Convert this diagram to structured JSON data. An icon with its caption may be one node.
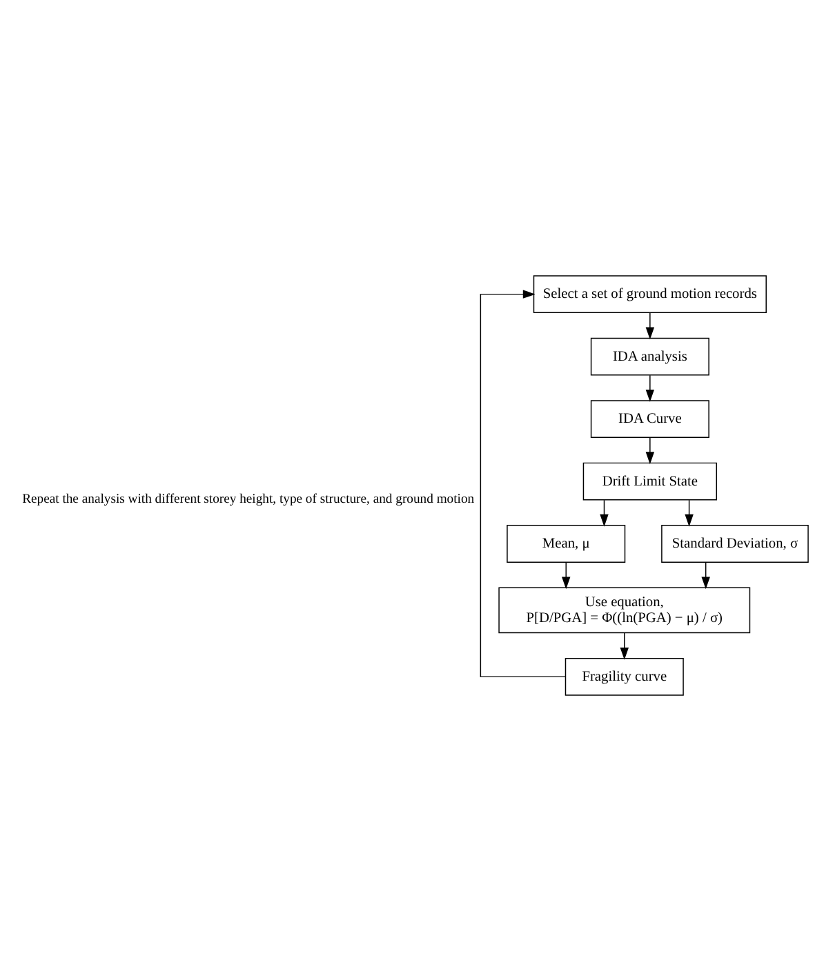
{
  "diagram": {
    "nodes": [
      {
        "text": [
          "Select a set of ground motion records"
        ]
      },
      {
        "text": [
          "IDA analysis"
        ]
      },
      {
        "text": [
          "IDA Curve"
        ]
      },
      {
        "text": [
          "Drift Limit State"
        ]
      },
      {
        "text": [
          "Mean, μ"
        ]
      },
      {
        "text": [
          "Standard Deviation, σ"
        ]
      },
      {
        "text": [
          "Use equation,",
          "P[D/PGA] = Φ((ln(PGA) − μ) / σ)"
        ]
      },
      {
        "text": [
          "Fragility curve"
        ]
      }
    ],
    "edges": [
      {
        "from": 0,
        "to": 1,
        "arrow": "to"
      },
      {
        "from": 1,
        "to": 2,
        "arrow": "to"
      },
      {
        "from": 2,
        "to": 3,
        "arrow": "to"
      },
      {
        "from": 3,
        "to": 4,
        "arrow": "to"
      },
      {
        "from": 3,
        "to": 5,
        "arrow": "to"
      },
      {
        "from": 4,
        "to": 6,
        "arrow": "to"
      },
      {
        "from": 5,
        "to": 6,
        "arrow": "to"
      },
      {
        "from": 6,
        "to": 7,
        "arrow": "to"
      },
      {
        "from": 7,
        "to": 0,
        "arrow": "to",
        "label": "Repeat the analysis with different storey height, type of structure, and ground motion"
      }
    ]
  }
}
